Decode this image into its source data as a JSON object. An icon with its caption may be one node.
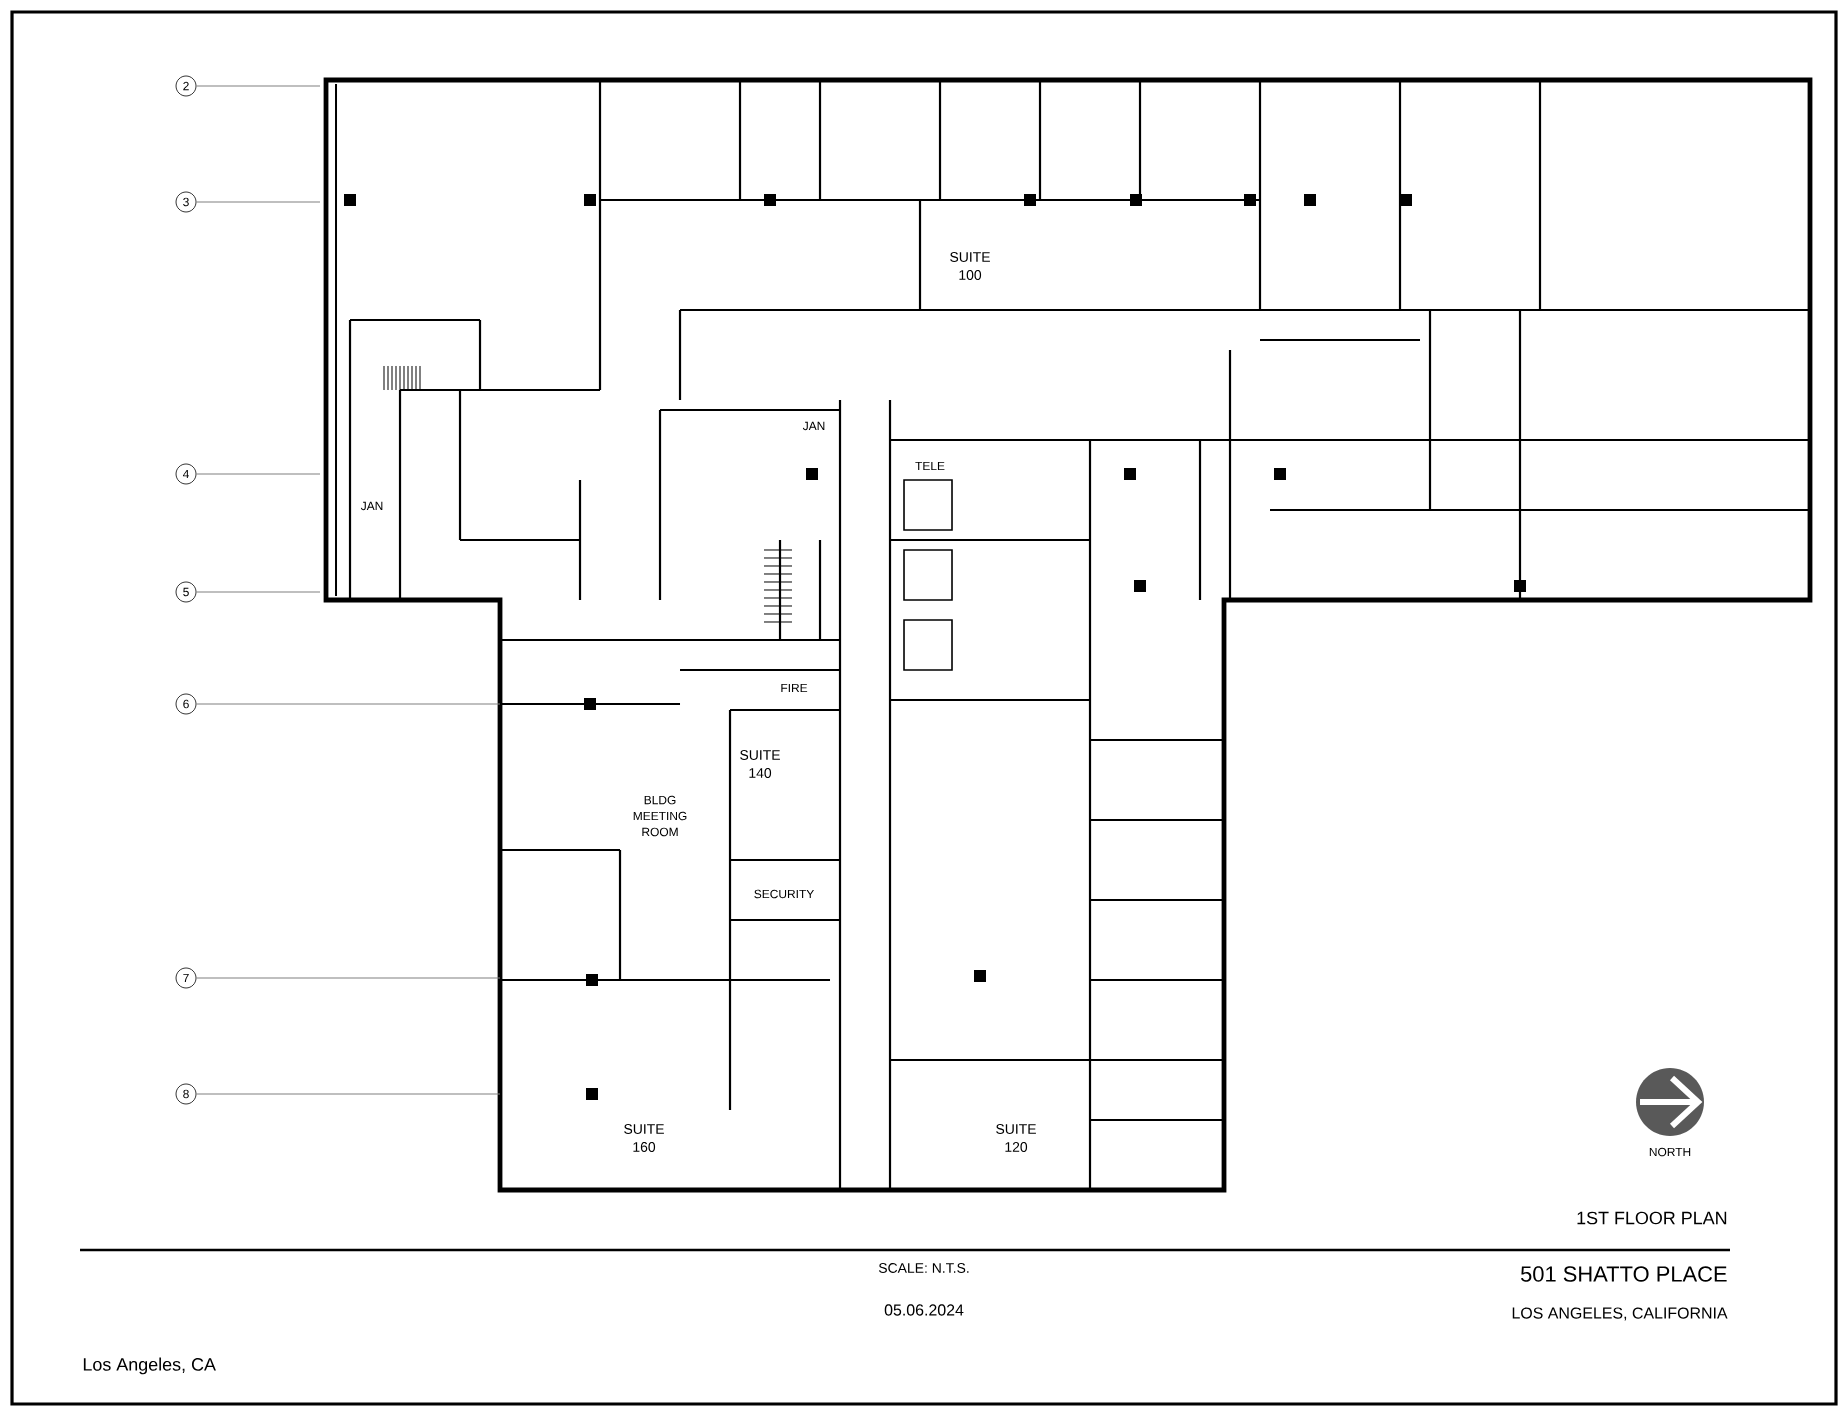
{
  "diagram": {
    "title": "1ST FLOOR PLAN",
    "nodes": [
      {
        "text": [
          "2"
        ]
      },
      {
        "text": [
          "3"
        ]
      },
      {
        "text": [
          "4"
        ]
      },
      {
        "text": [
          "5"
        ]
      },
      {
        "text": [
          "6"
        ]
      },
      {
        "text": [
          "7"
        ]
      },
      {
        "text": [
          "8"
        ]
      }
    ],
    "edges": [
      {
        "from": 0,
        "to": null,
        "arrow": "none"
      },
      {
        "from": 1,
        "to": null,
        "arrow": "none"
      },
      {
        "from": 2,
        "to": null,
        "arrow": "none"
      },
      {
        "from": 3,
        "to": null,
        "arrow": "none"
      },
      {
        "from": 4,
        "to": null,
        "arrow": "none"
      },
      {
        "from": 5,
        "to": null,
        "arrow": "none"
      },
      {
        "from": 6,
        "to": null,
        "arrow": "none"
      }
    ],
    "labels": [
      "SUITE 100",
      "JAN",
      "JAN",
      "TELE",
      "FIRE",
      "SUITE 140",
      "BLDG MEETING ROOM",
      "SECURITY",
      "SUITE 160",
      "SUITE 120",
      "NORTH",
      "SCALE: N.T.S.",
      "05.06.2024",
      "501 SHATTO PLACE",
      "LOS ANGELES, CALIFORNIA",
      "Los Angeles, CA"
    ]
  }
}
